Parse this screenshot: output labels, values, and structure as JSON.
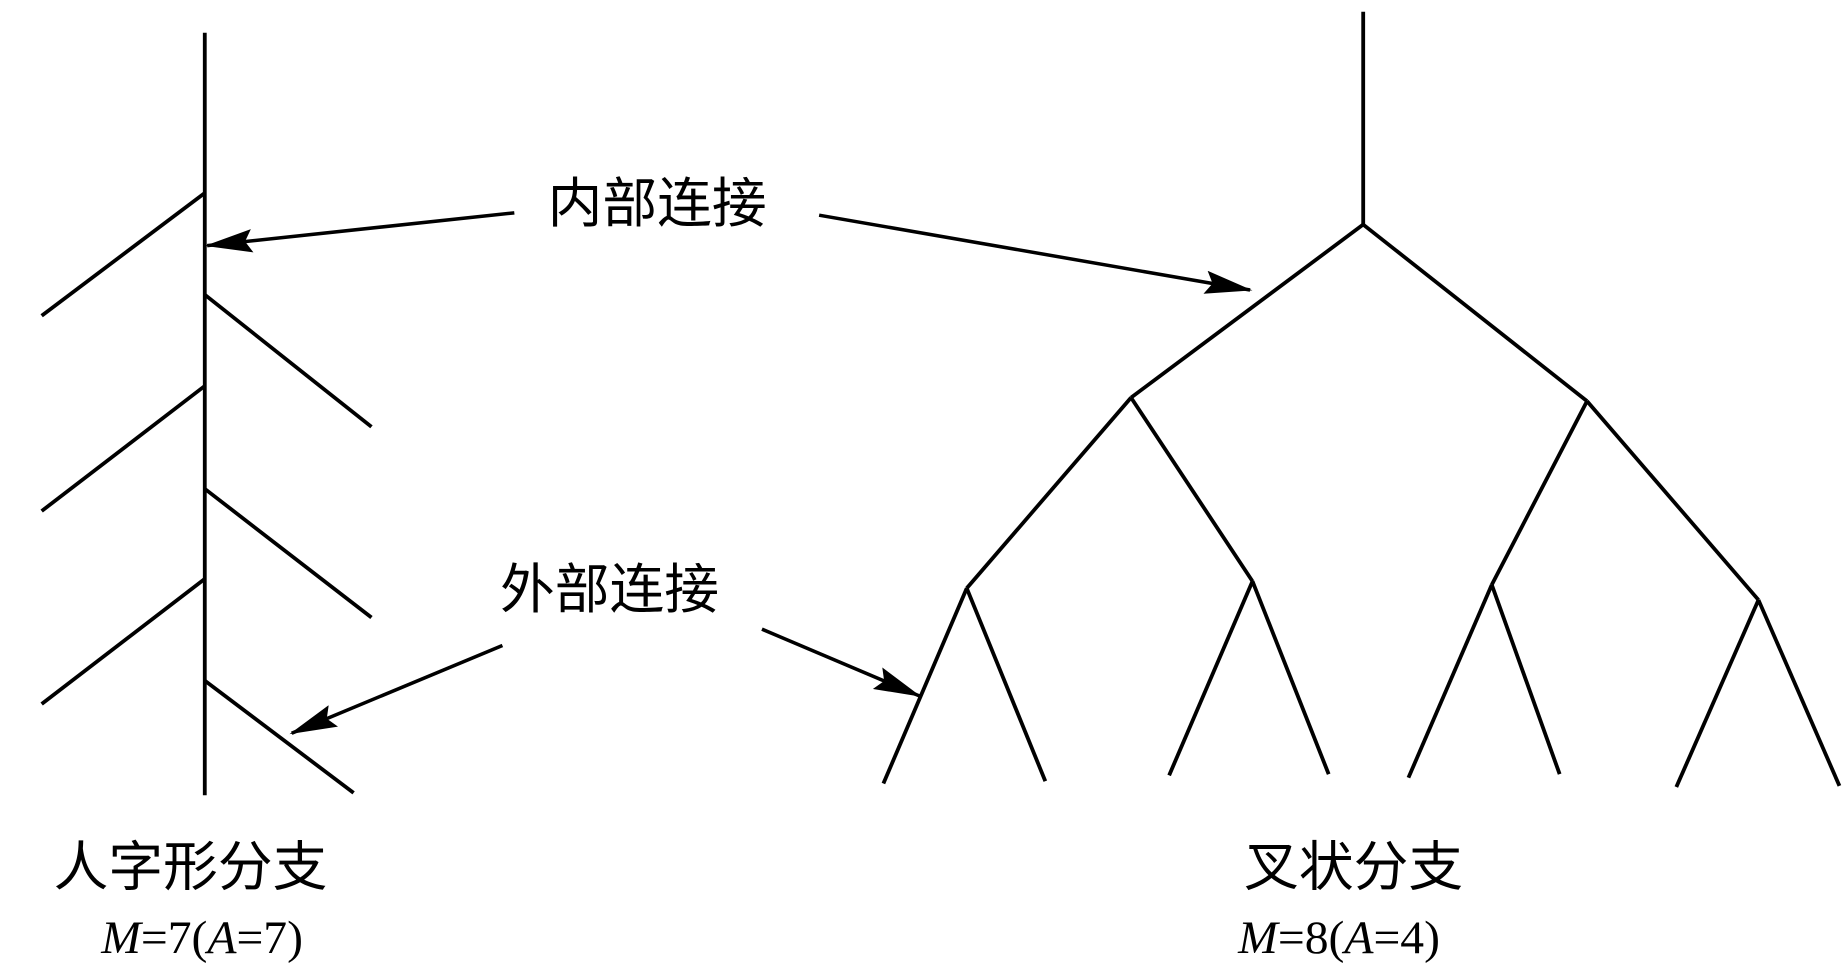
{
  "annotations": {
    "internal": "内部连接",
    "external": "外部连接"
  },
  "herringbone": {
    "title": "人字形分支",
    "formula": {
      "M": "M",
      "eq1": "=7(",
      "A": "A",
      "eq2": "=7)"
    }
  },
  "dichotomous": {
    "title": "叉状分支",
    "formula": {
      "M": "M",
      "eq1": "=8(",
      "A": "A",
      "eq2": "=4)"
    }
  },
  "colors": {
    "stroke": "#000000",
    "background": "#ffffff"
  }
}
